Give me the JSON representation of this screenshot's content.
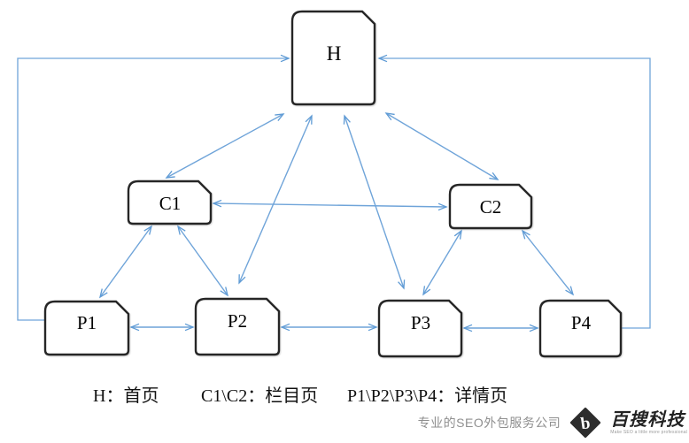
{
  "diagram": {
    "nodes": [
      {
        "id": "H",
        "label": "H"
      },
      {
        "id": "C1",
        "label": "C1"
      },
      {
        "id": "C2",
        "label": "C2"
      },
      {
        "id": "P1",
        "label": "P1"
      },
      {
        "id": "P2",
        "label": "P2"
      },
      {
        "id": "P3",
        "label": "P3"
      },
      {
        "id": "P4",
        "label": "P4"
      }
    ],
    "edges": [
      {
        "from": "H",
        "to": "C1",
        "type": "two-way"
      },
      {
        "from": "H",
        "to": "C2",
        "type": "two-way"
      },
      {
        "from": "H",
        "to": "P2",
        "type": "two-way"
      },
      {
        "from": "H",
        "to": "P3",
        "type": "two-way"
      },
      {
        "from": "C1",
        "to": "C2",
        "type": "two-way"
      },
      {
        "from": "C1",
        "to": "P1",
        "type": "two-way"
      },
      {
        "from": "C1",
        "to": "P2",
        "type": "two-way"
      },
      {
        "from": "C2",
        "to": "P3",
        "type": "two-way"
      },
      {
        "from": "C2",
        "to": "P4",
        "type": "two-way"
      },
      {
        "from": "P1",
        "to": "P2",
        "type": "two-way"
      },
      {
        "from": "P2",
        "to": "P3",
        "type": "two-way"
      },
      {
        "from": "P3",
        "to": "P4",
        "type": "two-way"
      },
      {
        "from": "P1",
        "to": "H",
        "type": "one-way-outer-loop"
      },
      {
        "from": "P4",
        "to": "H",
        "type": "one-way-outer-loop"
      }
    ],
    "colors": {
      "arrow": "#6fa4d9",
      "node_border": "#262626",
      "node_fill": "#ffffff"
    }
  },
  "legend": {
    "items": [
      {
        "text": "H：首页"
      },
      {
        "text": "C1\\C2：栏目页"
      },
      {
        "text": "P1\\P2\\P3\\P4：详情页"
      }
    ]
  },
  "footer": {
    "slogan": "专业的SEO外包服务公司",
    "brand": "百搜科技",
    "tagline": "Make SEO a little more professional",
    "logo_glyph": "b"
  }
}
